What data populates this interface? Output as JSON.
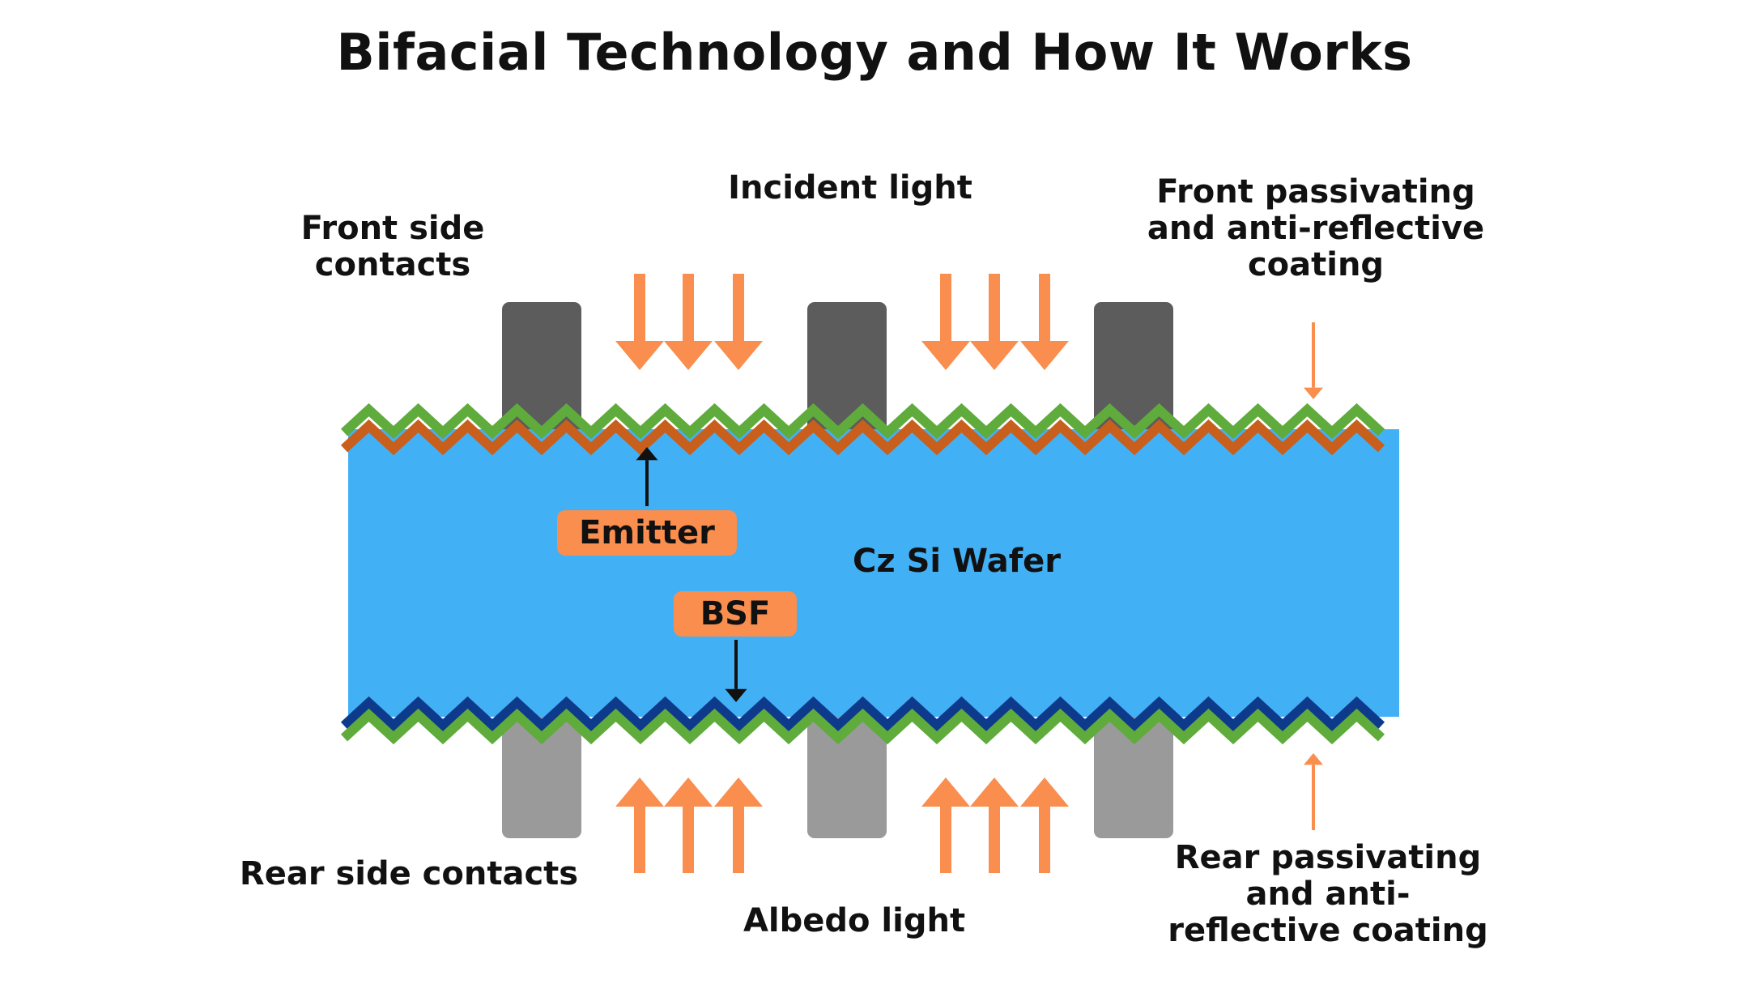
{
  "title": "Bifacial Technology and How It Works",
  "labels": {
    "front_contacts": "Front side\ncontacts",
    "incident_light": "Incident light",
    "front_coating": "Front passivating\nand anti-reflective\ncoating",
    "emitter": "Emitter",
    "wafer": "Cz Si Wafer",
    "bsf": "BSF",
    "rear_contacts": "Rear side contacts",
    "albedo_light": "Albedo light",
    "rear_coating": "Rear passivating\nand anti-\nreflective coating"
  },
  "colors": {
    "wafer": "#42b0f5",
    "front_contact": "#5c5c5c",
    "rear_contact": "#9a9a9a",
    "arrow": "#f98e4e",
    "green_layer": "#5fab3c",
    "emitter_layer": "#c85f1d",
    "bsf_layer": "#0e3a8c",
    "badge": "#f98e4e",
    "text": "#111111"
  }
}
